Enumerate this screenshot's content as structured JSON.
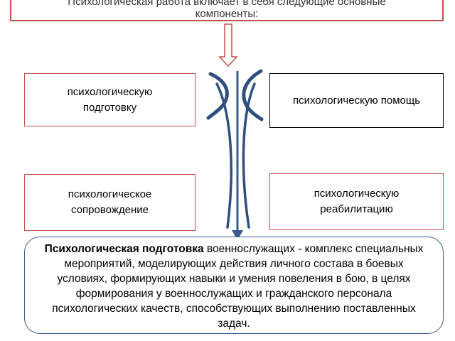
{
  "header": {
    "line1": "Психологическая работа включает в себя следующие основные",
    "line2": "компоненты:"
  },
  "components": {
    "training": "психологическую подготовку",
    "help": "психологическую помощь",
    "support": "психологическое сопровождение",
    "rehabilitation": "психологическую реабилитацию"
  },
  "definition": {
    "term": "Психологическая подготовка",
    "text": " военнослужащих  - комплекс специальных мероприятий, моделирующих действия личного состава в боевых условиях, формирующих навыки и умения повеления в бою,  в целях формирования у военнослужащих и гражданского персонала психологических качеств, способствующих выполнению поставленных задач."
  },
  "colors": {
    "box_border": "#c0504d",
    "arrow_blue": "#3a5a8c",
    "bracket_blue": "#2f4f7f"
  }
}
